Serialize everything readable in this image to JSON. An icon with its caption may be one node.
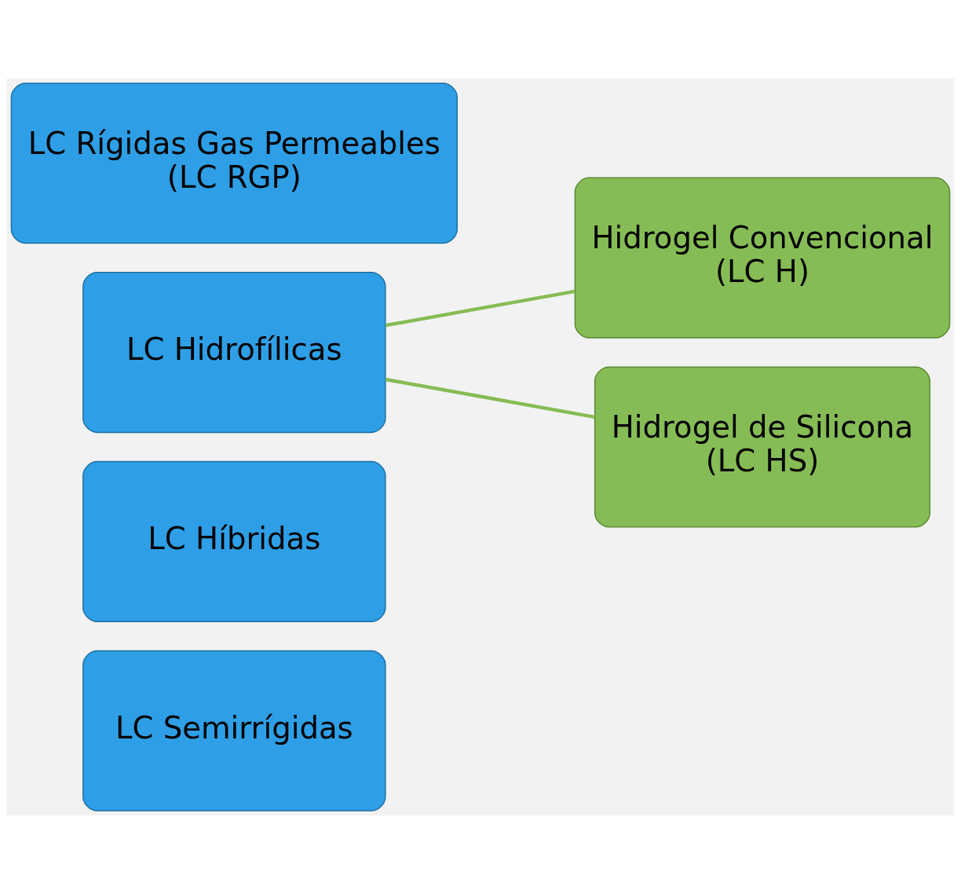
{
  "diagram": {
    "nodes": [
      {
        "text": [
          "LC Rígidas Gas Permeables",
          "(LC RGP)"
        ]
      },
      {
        "text": [
          "LC Hidrofílicas"
        ]
      },
      {
        "text": [
          "LC Híbridas"
        ]
      },
      {
        "text": [
          "LC Semirrígidas"
        ]
      },
      {
        "text": [
          "Hidrogel Convencional",
          "(LC H)"
        ]
      },
      {
        "text": [
          "Hidrogel de Silicona",
          "(LC HS)"
        ]
      }
    ],
    "edges": [
      {
        "from": 1,
        "to": 4,
        "arrow": "none"
      },
      {
        "from": 1,
        "to": 5,
        "arrow": "none"
      }
    ]
  }
}
